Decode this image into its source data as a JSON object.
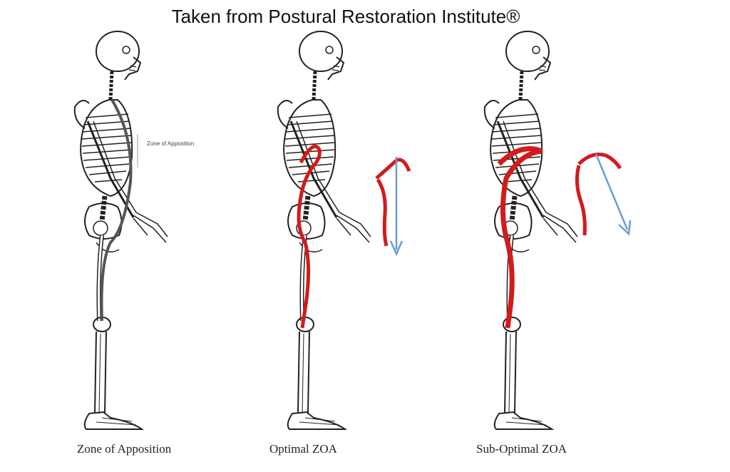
{
  "title": "Taken from Postural Restoration Institute®",
  "annotation": "Zone of Apposition",
  "captions": [
    "Zone of Apposition",
    "Optimal ZOA",
    "Sub-Optimal ZOA"
  ],
  "colors": {
    "diaphragm_red": "#d41a1a",
    "arrow_blue": "#6b9bd2",
    "dark_line": "#555555",
    "ink": "#222222"
  }
}
